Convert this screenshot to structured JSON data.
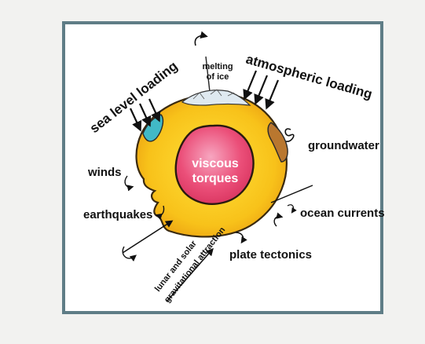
{
  "diagram": {
    "labels": {
      "melting_of_ice_line1": "melting",
      "melting_of_ice_line2": "of ice",
      "atmospheric_loading": "atmospheric loading",
      "sea_level_loading": "sea level loading",
      "groundwater": "groundwater",
      "winds": "winds",
      "viscous_line1": "viscous",
      "viscous_line2": "torques",
      "earthquakes": "earthquakes",
      "ocean_currents": "ocean currents",
      "plate_tectonics": "plate tectonics",
      "lunar_line1": "lunar and solar",
      "lunar_line2": "gravitational attraction"
    },
    "colors": {
      "mantle": "#f7c31a",
      "mantle_outline": "#3a2a10",
      "core": "#e8436a",
      "ocean": "#41b9c6",
      "land": "#b9772f",
      "ice": "#dfe9f0",
      "frame": "#5f7d86",
      "panel": "#ffffff",
      "background": "#f2f2f0"
    }
  }
}
